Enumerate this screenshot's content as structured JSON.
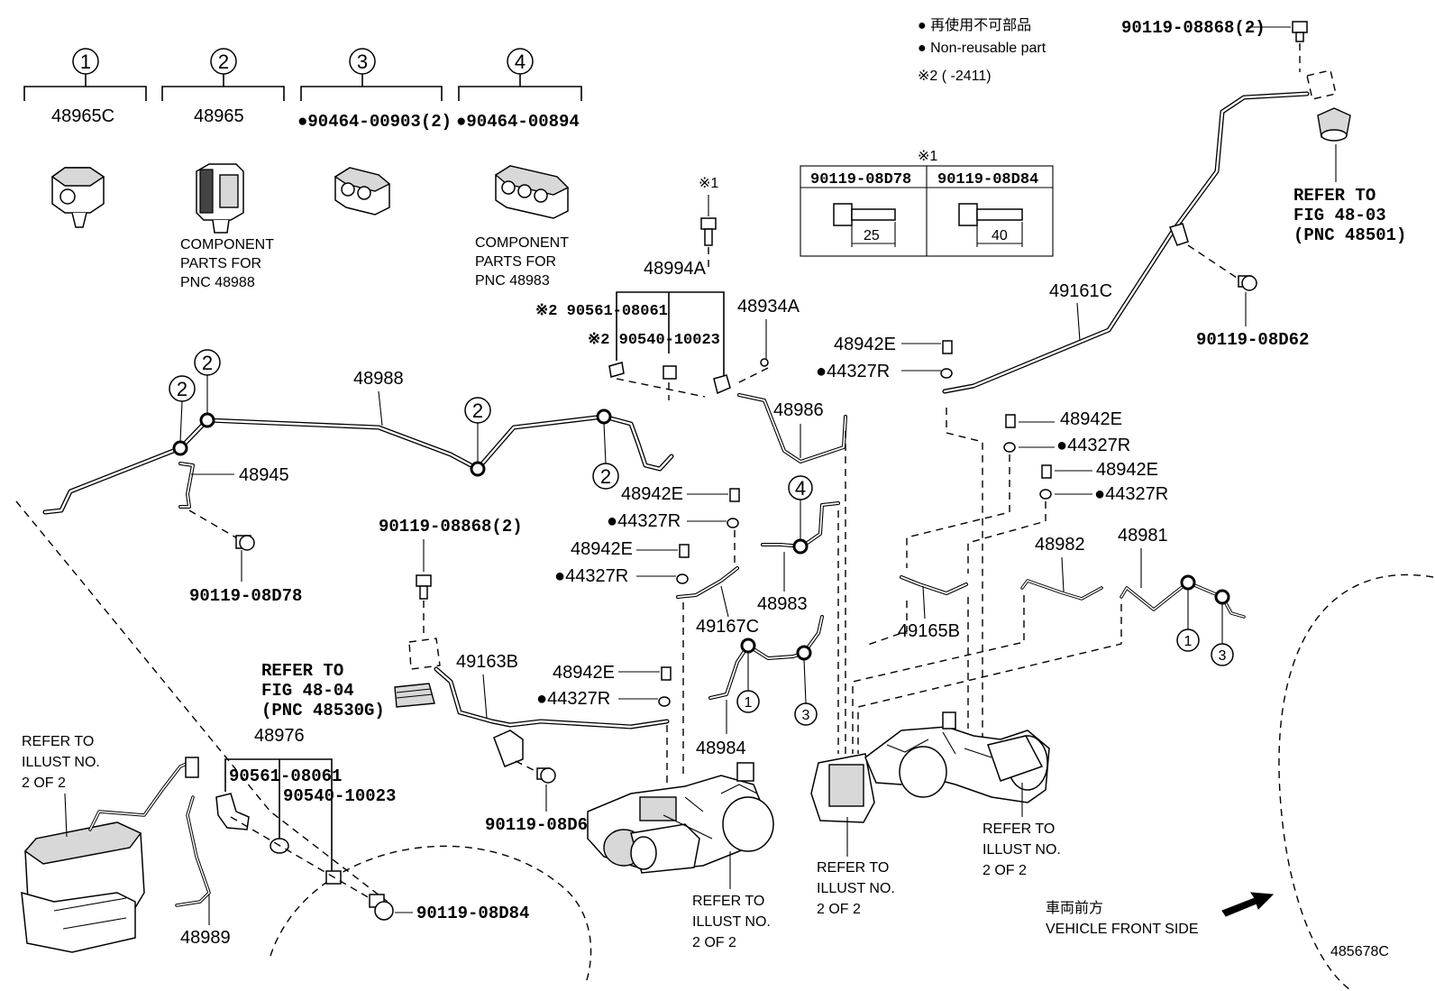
{
  "legend": {
    "jp": "● 再使用不可部品",
    "en": "● Non-reusable part",
    "note2": "※2 (      -2411)"
  },
  "top_items": [
    {
      "num": "1",
      "pn": "48965C"
    },
    {
      "num": "2",
      "pn": "48965",
      "note": [
        "COMPONENT",
        "PARTS FOR",
        "PNC 48988"
      ]
    },
    {
      "num": "3",
      "pn": "●90464-00903(2)"
    },
    {
      "num": "4",
      "pn": "●90464-00894",
      "note": [
        "COMPONENT",
        "PARTS FOR",
        "PNC 48983"
      ]
    }
  ],
  "bolt_table": {
    "mark": "※1",
    "col1": "90119-08D78",
    "col2": "90119-08D84",
    "len1": "25",
    "len2": "40"
  },
  "labels": {
    "p48994A": "48994A",
    "x1": "※1",
    "p90561a": "※2 90561-08061",
    "p90540a": "※2 90540-10023",
    "p48934A": "48934A",
    "p48988": "48988",
    "p48945": "48945",
    "p90119_08D78": "90119-08D78",
    "p90119_08868a": "90119-08868(2)",
    "p90119_08868b": "90119-08868(2)",
    "p48986": "48986",
    "p48942E_a": "48942E",
    "p44327R_a": "●44327R",
    "p48942E_b": "48942E",
    "p44327R_b": "●44327R",
    "p48942E_c": "48942E",
    "p44327R_c": "●44327R",
    "p48942E_d": "48942E",
    "p44327R_d": "●44327R",
    "p48942E_e": "48942E",
    "p44327R_e": "●44327R",
    "p48942E_f": "48942E",
    "p44327R_f": "●44327R",
    "p49161C": "49161C",
    "p90119_08D62a": "90119-08D62",
    "p90119_08D62b": "90119-08D62",
    "p48983": "48983",
    "p49167C": "49167C",
    "p48984": "48984",
    "p49163B": "49163B",
    "p49165B": "49165B",
    "p48982": "48982",
    "p48981": "48981",
    "p48976": "48976",
    "p90561b": "90561-08061",
    "p90540b": "90540-10023",
    "p90119_08D84": "90119-08D84",
    "p48989": "48989",
    "fig4804": [
      "REFER TO",
      "FIG 48-04",
      "(PNC 48530G)"
    ],
    "fig4803": [
      "REFER TO",
      "FIG 48-03",
      "(PNC 48501)"
    ],
    "illust_a": [
      "REFER TO",
      "ILLUST NO.",
      "2 OF 2"
    ],
    "illust_b": [
      "REFER TO",
      "ILLUST NO.",
      "2 OF 2"
    ],
    "illust_c": [
      "REFER TO",
      "ILLUST NO.",
      "2 OF 2"
    ],
    "illust_d": [
      "REFER TO",
      "ILLUST NO.",
      "2 OF 2"
    ],
    "front_jp": "車両前方",
    "front_en": "VEHICLE FRONT SIDE",
    "fig_id": "485678C"
  },
  "callouts": {
    "c2a": "2",
    "c2b": "2",
    "c2c": "2",
    "c2d": "2",
    "c4": "4",
    "c1a": "1",
    "c3a": "3",
    "c1b": "1",
    "c3b": "3"
  }
}
